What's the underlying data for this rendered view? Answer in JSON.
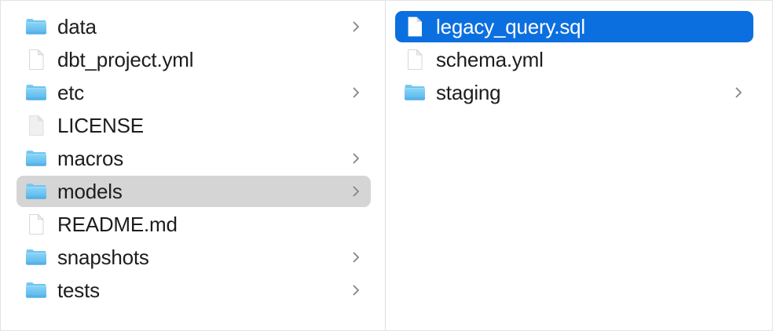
{
  "window": {
    "title": "Finder Column View",
    "view_mode": "column",
    "background": "#ffffff",
    "divider_color": "#e0e0e2",
    "selection_active_color": "#0c6fdf",
    "selection_inactive_color": "#d5d5d5",
    "text_color": "#1d1d1f",
    "chevron_color": "#86868b",
    "folder_icon_color": "#58b8ec"
  },
  "columns": [
    {
      "name": "column-parent",
      "items": [
        {
          "label": "data",
          "icon": "folder-icon",
          "kind": "folder",
          "has_chevron": true,
          "selected": false,
          "focused": false
        },
        {
          "label": "dbt_project.yml",
          "icon": "document-icon",
          "kind": "file",
          "has_chevron": false,
          "selected": false,
          "focused": false
        },
        {
          "label": "etc",
          "icon": "folder-icon",
          "kind": "folder",
          "has_chevron": true,
          "selected": false,
          "focused": false
        },
        {
          "label": "LICENSE",
          "icon": "document-plain-icon",
          "kind": "file",
          "has_chevron": false,
          "selected": false,
          "focused": false
        },
        {
          "label": "macros",
          "icon": "folder-icon",
          "kind": "folder",
          "has_chevron": true,
          "selected": false,
          "focused": false
        },
        {
          "label": "models",
          "icon": "folder-icon",
          "kind": "folder",
          "has_chevron": true,
          "selected": true,
          "focused": false
        },
        {
          "label": "README.md",
          "icon": "document-icon",
          "kind": "file",
          "has_chevron": false,
          "selected": false,
          "focused": false
        },
        {
          "label": "snapshots",
          "icon": "folder-icon",
          "kind": "folder",
          "has_chevron": true,
          "selected": false,
          "focused": false
        },
        {
          "label": "tests",
          "icon": "folder-icon",
          "kind": "folder",
          "has_chevron": true,
          "selected": false,
          "focused": false
        }
      ]
    },
    {
      "name": "column-models",
      "items": [
        {
          "label": "legacy_query.sql",
          "icon": "document-icon",
          "kind": "file",
          "has_chevron": false,
          "selected": true,
          "focused": true
        },
        {
          "label": "schema.yml",
          "icon": "document-icon",
          "kind": "file",
          "has_chevron": false,
          "selected": false,
          "focused": false
        },
        {
          "label": "staging",
          "icon": "folder-icon",
          "kind": "folder",
          "has_chevron": true,
          "selected": false,
          "focused": false
        }
      ]
    }
  ]
}
